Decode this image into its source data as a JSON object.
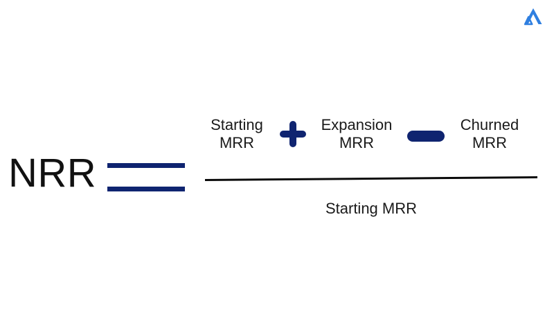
{
  "page": {
    "background_color": "#ffffff",
    "title": "NRR formula infographic"
  },
  "brand": {
    "logo_name": "mountain-peak-logo",
    "logo_color": "#2f7fe0"
  },
  "formula": {
    "result_label": "NRR",
    "equals_symbol": "=",
    "numerator": {
      "terms": [
        {
          "line1": "Starting",
          "line2": "MRR"
        },
        {
          "line1": "Expansion",
          "line2": "MRR"
        },
        {
          "line1": "Churned",
          "line2": "MRR"
        }
      ],
      "operators": [
        {
          "symbol": "+",
          "name": "plus"
        },
        {
          "symbol": "−",
          "name": "minus"
        }
      ]
    },
    "denominator": "Starting MRR"
  },
  "colors": {
    "navy": "#0f2470",
    "text": "#1a1a1a",
    "rule": "#0a0a0a",
    "brand_blue": "#2f7fe0"
  }
}
